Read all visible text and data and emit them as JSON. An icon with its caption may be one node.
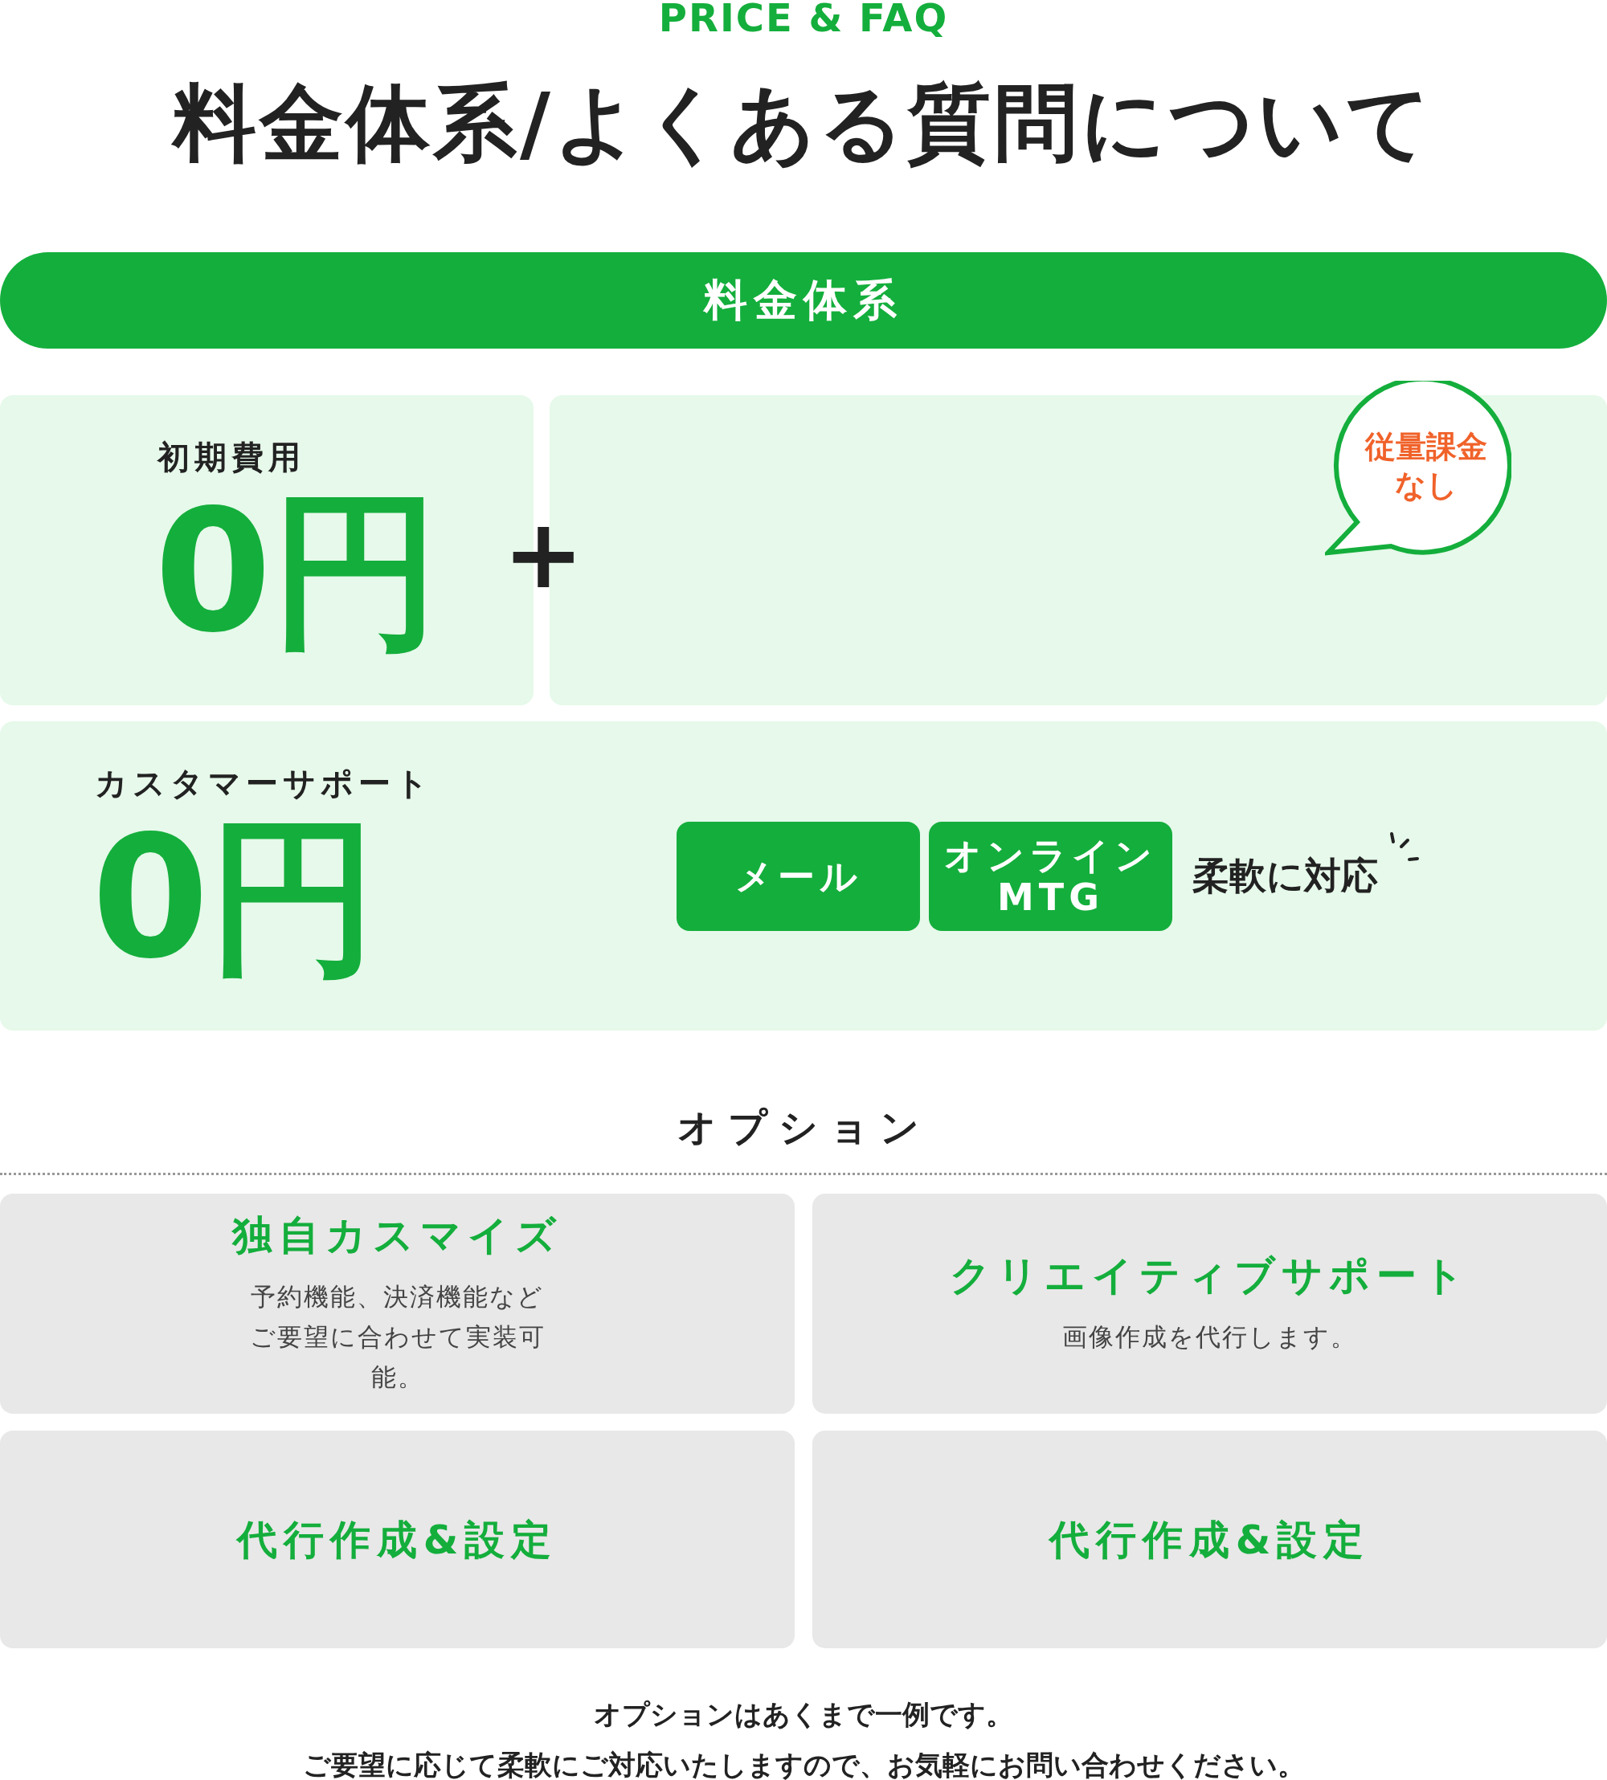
{
  "diagram": {
    "title": "料金体系/よくある質問について",
    "nodes": [
      {
        "text": [
          "料金体系"
        ]
      },
      {
        "text": [
          "初期費用",
          "0円"
        ]
      },
      {
        "text": [],
        "shape": "box"
      },
      {
        "text": [
          "従量課金なし"
        ],
        "in": 2
      },
      {
        "text": [
          "カスタマーサポート",
          "0円"
        ]
      },
      {
        "text": [
          "メール"
        ],
        "in": 4
      },
      {
        "text": [
          "オンライン MTG"
        ],
        "in": 4
      },
      {
        "text": [
          "独自カスマイズ",
          "予約機能、決済機能などご要望に合わせて実装可能。"
        ]
      },
      {
        "text": [
          "クリエイティブサポート",
          "画像作成を代行します。"
        ]
      },
      {
        "text": [
          "代行作成&設定"
        ]
      },
      {
        "text": [
          "代行作成&設定"
        ]
      }
    ],
    "edges": [],
    "labels": [
      "PRICE & FAQ",
      "+",
      "柔軟に対応",
      "オプション",
      "オプションはあくまで一例です。",
      "ご要望に応じて柔軟にご対応いたしますので、お気軽にお問い合わせください。"
    ]
  }
}
